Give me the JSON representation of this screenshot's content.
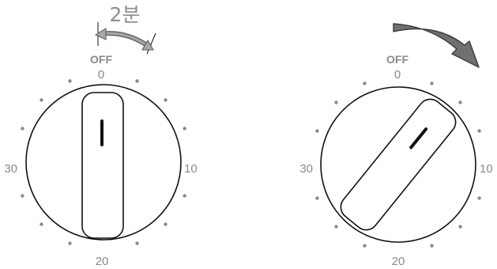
{
  "figure": {
    "left_dial": {
      "off_label": "OFF",
      "scale_labels": {
        "zero": "0",
        "ten": "10",
        "twenty": "20",
        "thirty": "30"
      },
      "annotation": "2분",
      "knob_angle_deg": 0
    },
    "right_dial": {
      "off_label": "OFF",
      "scale_labels": {
        "zero": "0",
        "ten": "10",
        "twenty": "20",
        "thirty": "30"
      },
      "knob_angle_deg": 39
    },
    "colors": {
      "stroke": "#111111",
      "label": "#8a8a8a",
      "arrow_fill": "#707070",
      "arrow_stroke": "#3a3a3a"
    },
    "icons": {
      "left_annotation": "double-headed-arrow-icon",
      "right_annotation": "curved-clockwise-arrow-icon"
    }
  }
}
